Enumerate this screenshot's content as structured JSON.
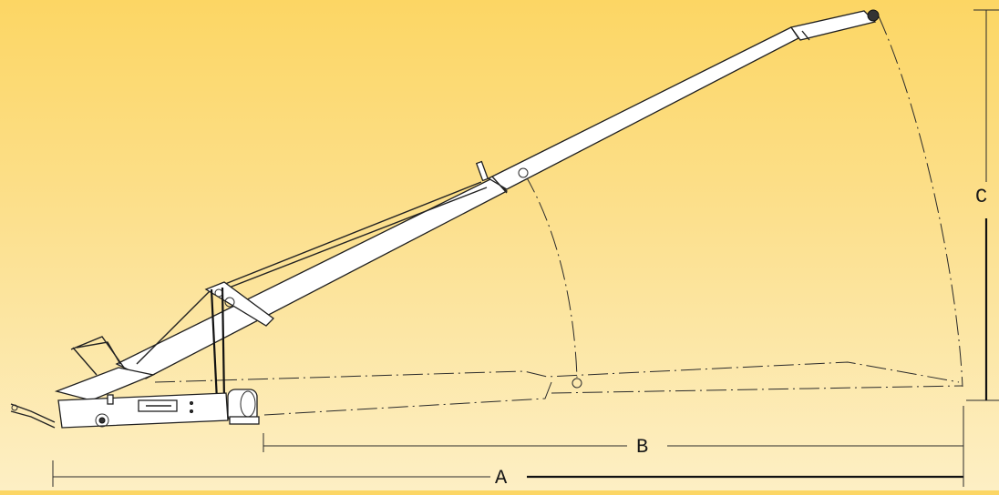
{
  "dimensions": {
    "a_label": "A",
    "b_label": "B",
    "c_label": "C"
  },
  "colors": {
    "background_top": "#fcd664",
    "background_bottom": "#fdefc4",
    "line": "#1f1f1f",
    "machine_fill": "#ffffff"
  }
}
